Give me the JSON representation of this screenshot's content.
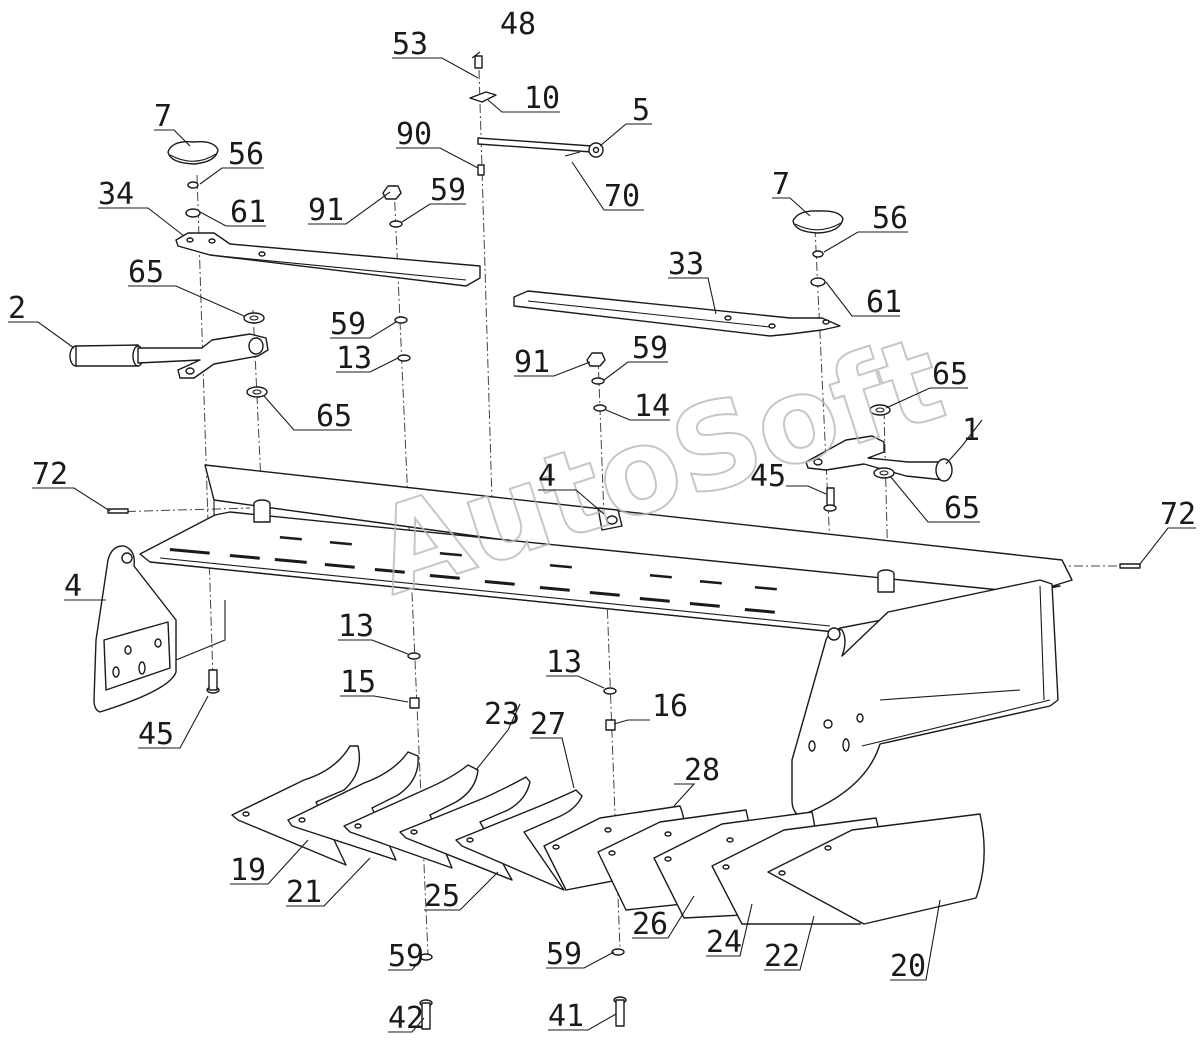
{
  "watermark": "AutoSoft",
  "callouts": [
    {
      "id": "c53a",
      "label": "53"
    },
    {
      "id": "c48",
      "label": "48"
    },
    {
      "id": "c10",
      "label": "10"
    },
    {
      "id": "c90",
      "label": "90"
    },
    {
      "id": "c5",
      "label": "5"
    },
    {
      "id": "c70",
      "label": "70"
    },
    {
      "id": "c7l",
      "label": "7"
    },
    {
      "id": "c56l",
      "label": "56"
    },
    {
      "id": "c61l",
      "label": "61"
    },
    {
      "id": "c34",
      "label": "34"
    },
    {
      "id": "c91a",
      "label": "91"
    },
    {
      "id": "c59a",
      "label": "59"
    },
    {
      "id": "c7r",
      "label": "7"
    },
    {
      "id": "c56r",
      "label": "56"
    },
    {
      "id": "c33",
      "label": "33"
    },
    {
      "id": "c61r",
      "label": "61"
    },
    {
      "id": "c65a",
      "label": "65"
    },
    {
      "id": "c2",
      "label": "2"
    },
    {
      "id": "c59b",
      "label": "59"
    },
    {
      "id": "c13a",
      "label": "13"
    },
    {
      "id": "c65b",
      "label": "65"
    },
    {
      "id": "c91b",
      "label": "91"
    },
    {
      "id": "c59c",
      "label": "59"
    },
    {
      "id": "c14",
      "label": "14"
    },
    {
      "id": "c65c",
      "label": "65"
    },
    {
      "id": "c1",
      "label": "1"
    },
    {
      "id": "c4a",
      "label": "4"
    },
    {
      "id": "c45a",
      "label": "45"
    },
    {
      "id": "c65d",
      "label": "65"
    },
    {
      "id": "c72l",
      "label": "72"
    },
    {
      "id": "c72r",
      "label": "72"
    },
    {
      "id": "c4b",
      "label": "4"
    },
    {
      "id": "c13b",
      "label": "13"
    },
    {
      "id": "c13c",
      "label": "13"
    },
    {
      "id": "c15",
      "label": "15"
    },
    {
      "id": "c16",
      "label": "16"
    },
    {
      "id": "c45b",
      "label": "45"
    },
    {
      "id": "c23",
      "label": "23"
    },
    {
      "id": "c27",
      "label": "27"
    },
    {
      "id": "c28",
      "label": "28"
    },
    {
      "id": "c19",
      "label": "19"
    },
    {
      "id": "c21",
      "label": "21"
    },
    {
      "id": "c25",
      "label": "25"
    },
    {
      "id": "c26",
      "label": "26"
    },
    {
      "id": "c24",
      "label": "24"
    },
    {
      "id": "c22",
      "label": "22"
    },
    {
      "id": "c20",
      "label": "20"
    },
    {
      "id": "c59d",
      "label": "59"
    },
    {
      "id": "c59e",
      "label": "59"
    },
    {
      "id": "c42",
      "label": "42"
    },
    {
      "id": "c41",
      "label": "41"
    }
  ]
}
